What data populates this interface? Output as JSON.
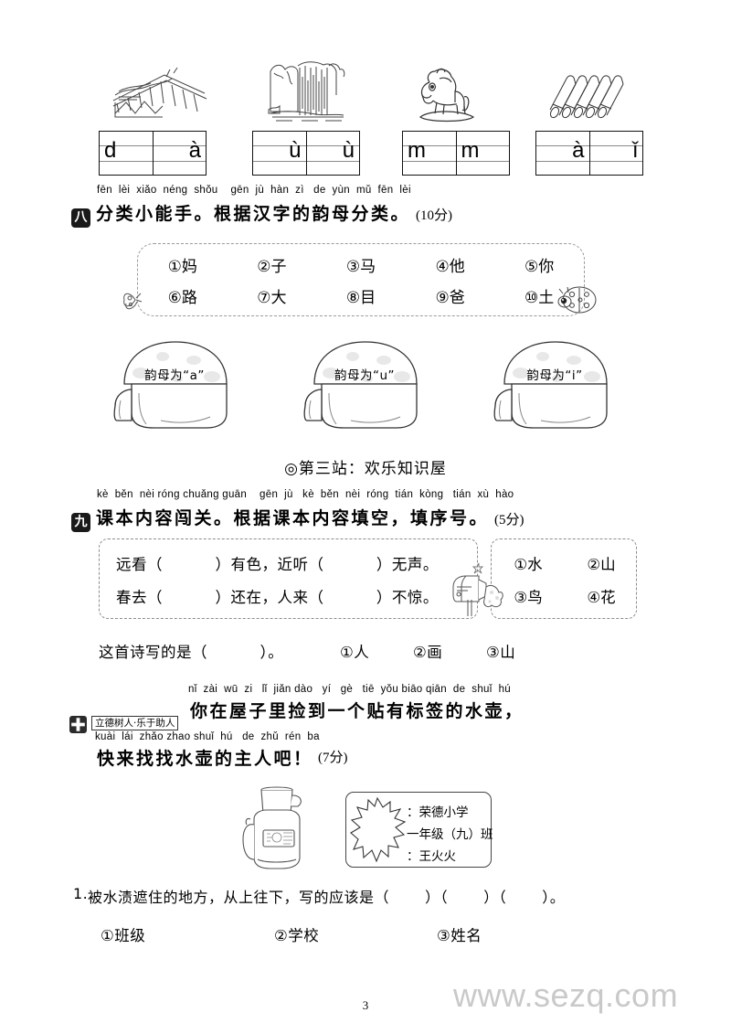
{
  "page": {
    "number": "3",
    "watermark": "www.sezq.com"
  },
  "picture_pinyin_exercise": {
    "pictures": [
      "bridge-line-art",
      "waterfall-line-art",
      "rocking-horse-line-art",
      "crayons-line-art"
    ],
    "grids": [
      {
        "cells": [
          {
            "text": "d",
            "align": "left"
          },
          {
            "text": "à",
            "align": "right"
          }
        ]
      },
      {
        "cells": [
          {
            "text": "ù",
            "align": "right"
          },
          {
            "text": "ù",
            "align": "right"
          }
        ]
      },
      {
        "cells": [
          {
            "text": "m",
            "align": "left"
          },
          {
            "text": "m",
            "align": "left"
          }
        ]
      },
      {
        "cells": [
          {
            "text": "à",
            "align": "right"
          },
          {
            "text": "ǐ",
            "align": "right"
          }
        ]
      }
    ]
  },
  "section8": {
    "marker": "八",
    "pinyin": "fēn  lèi  xiǎo  néng  shǒu    gēn  jù  hàn  zì   de  yùn  mǔ  fēn  lèi",
    "title": "分类小能手。根据汉字的韵母分类。",
    "score": "(10分)",
    "word_bank": {
      "row1": [
        "①妈",
        "②子",
        "③马",
        "④他",
        "⑤你"
      ],
      "row2": [
        "⑥路",
        "⑦大",
        "⑧目",
        "⑨爸",
        "⑩土"
      ]
    },
    "mushrooms": [
      "韵母为“a”",
      "韵母为“u”",
      "韵母为“i”"
    ]
  },
  "station": {
    "text": "◎第三站：欢乐知识屋"
  },
  "section9": {
    "marker": "九",
    "pinyin": "kè  běn  nèi róng chuǎng guān    gēn  jù   kè  běn  nèi  róng  tián  kòng   tián  xù  hào",
    "title": "课本内容闯关。根据课本内容填空，填序号。",
    "score": "(5分)",
    "poem": {
      "line1": "远看（          ）有色，近听（          ）无声。",
      "line2": "春去（          ）还在，人来（          ）不惊。"
    },
    "poem_options": {
      "row1": [
        "①水",
        "②山"
      ],
      "row2": [
        "③鸟",
        "④花"
      ]
    },
    "question": "这首诗写的是（          ）。",
    "question_options": [
      "①人",
      "②画",
      "③山"
    ]
  },
  "section10": {
    "marker": "cross-badge",
    "moral_tag": "立德树人·乐于助人",
    "pinyin_line1": "nǐ  zài  wū  zi   lǐ  jiǎn dào   yí   gè   tiē  yǒu biāo qiān  de  shuǐ  hú",
    "title_line1": "你在屋子里捡到一个贴有标签的水壶，",
    "pinyin_line2": "kuài  lái  zhǎo zhao shuǐ  hú   de  zhǔ  rén  ba",
    "title_line2": "快来找找水壶的主人吧！",
    "score": "(7分)",
    "thermos": "thermos-line-art",
    "label_card": {
      "line1": "：荣德小学",
      "line2": "一年级（九）班",
      "line3": "：王火火",
      "blot": "water-stain-blot"
    },
    "sub_question": {
      "number": "1.",
      "text": "被水渍遮住的地方，从上往下，写的应该是（       ）（       ）（       ）。",
      "options": [
        "①班级",
        "②学校",
        "③姓名"
      ]
    }
  }
}
